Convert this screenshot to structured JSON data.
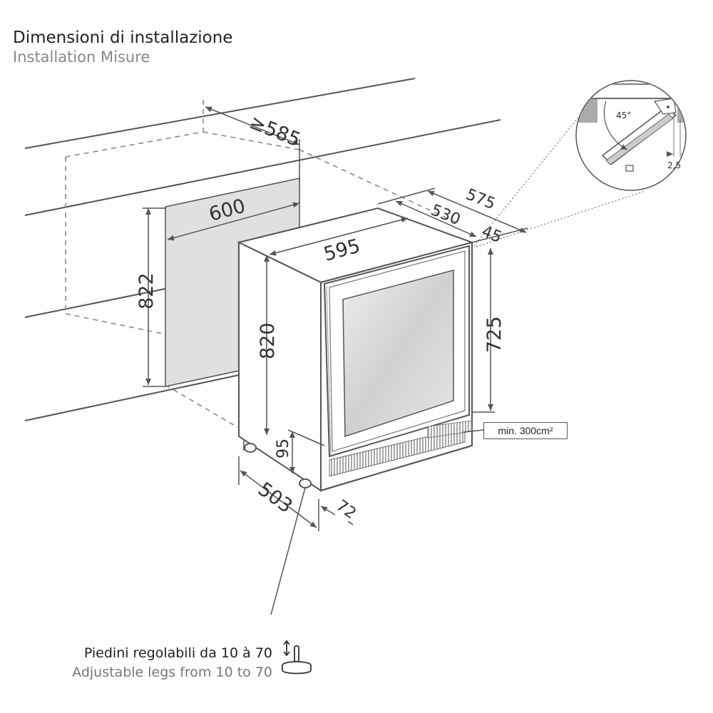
{
  "title": {
    "italian": "Dimensioni di installazione",
    "english": "Installation Misure"
  },
  "dimensions": {
    "niche_depth": "≥585",
    "niche_width": "600",
    "niche_height": "822",
    "unit_width": "595",
    "unit_height": "820",
    "unit_depth": "530",
    "total_depth": "575",
    "door_gap": "45",
    "right_height": "725",
    "plinth_height": "95",
    "side_depth": "503",
    "foot_offset": "72"
  },
  "detail": {
    "angle": "45°",
    "gap": "2,5"
  },
  "ventilation": {
    "label": "min. 300cm²"
  },
  "legs": {
    "italian": "Piedini regolabili da 10 à 70",
    "english": "Adjustable legs from 10 to 70",
    "icon": "adjustable-leg-icon"
  },
  "colors": {
    "line": "#555555",
    "niche_fill": "#e3e3e3",
    "glass": "#d9d9d9",
    "grille": "#b0b0b0"
  }
}
